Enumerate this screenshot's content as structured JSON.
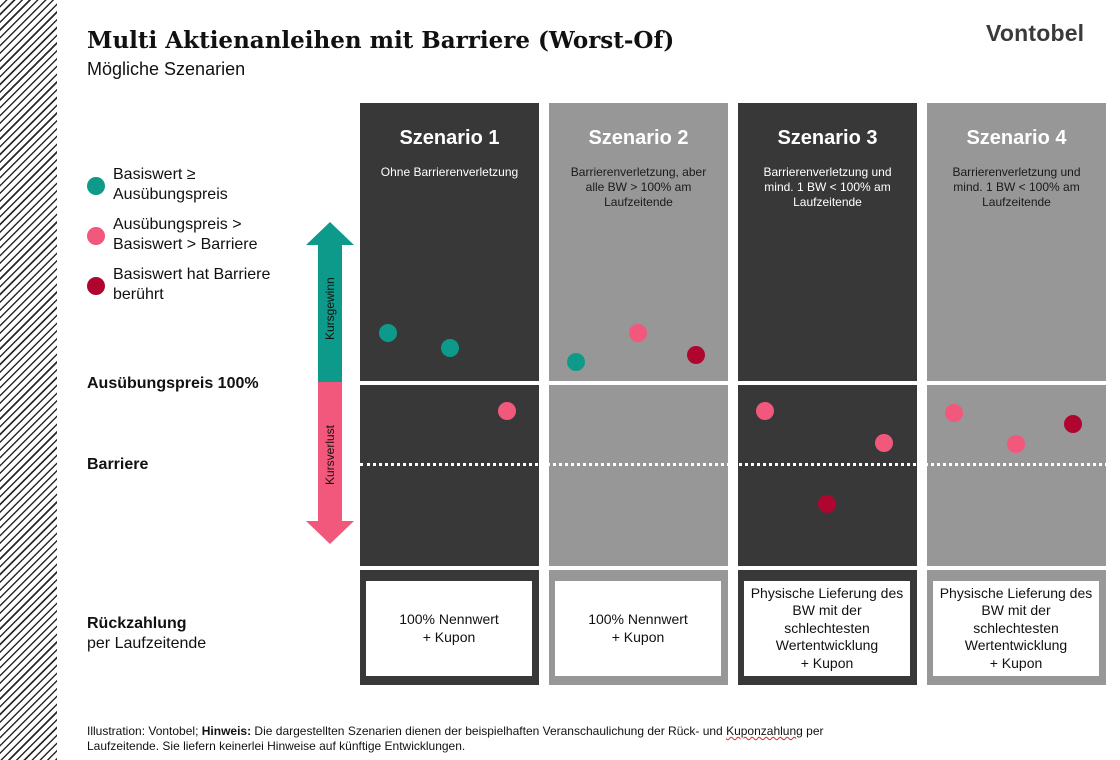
{
  "title": "Multi Aktienanleihen mit Barriere (Worst-Of)",
  "subtitle": "Mögliche Szenarien",
  "logo": "Vontobel",
  "legend": [
    {
      "line1": "Basiswert ≥",
      "line2": "Ausübungspreis",
      "color": "#0e9a8b"
    },
    {
      "line1": "Ausübungspreis >",
      "line2": "Basiswert > Barriere",
      "color": "#f2577c"
    },
    {
      "line1": "Basiswert hat Barriere",
      "line2": "berührt",
      "color": "#b0052f"
    }
  ],
  "row_labels": {
    "strike": "Ausübungspreis 100%",
    "barrier": "Barriere",
    "redemption_bold": "Rückzahlung",
    "redemption_sub": "per Laufzeitende"
  },
  "arrow": {
    "up_label": "Kursgewinn",
    "down_label": "Kursverlust",
    "up_color": "#0e9a8b",
    "down_color": "#f2577c"
  },
  "scenarios": [
    {
      "title": "Szenario 1",
      "desc": [
        "Ohne Barrierenverletzung"
      ],
      "payout": [
        "100% Nennwert",
        "+ Kupon"
      ]
    },
    {
      "title": "Szenario 2",
      "desc": [
        "Barrierenverletzung, aber",
        "alle BW > 100% am",
        "Laufzeitende"
      ],
      "payout": [
        "100% Nennwert",
        "+ Kupon"
      ]
    },
    {
      "title": "Szenario 3",
      "desc": [
        "Barrierenverletzung und",
        "mind. 1 BW < 100% am",
        "Laufzeitende"
      ],
      "payout": [
        "Physische Lieferung des",
        "BW mit der",
        "schlechtesten",
        "Wertentwicklung",
        "+ Kupon"
      ]
    },
    {
      "title": "Szenario 4",
      "desc": [
        "Barrierenverletzung und",
        "mind. 1 BW < 100% am",
        "Laufzeitende"
      ],
      "payout": [
        "Physische Lieferung des",
        "BW mit der",
        "schlechtesten",
        "Wertentwicklung",
        "+ Kupon"
      ]
    }
  ],
  "footer": {
    "prefix": "Illustration: Vontobel; ",
    "bold": "Hinweis:",
    "text1": " Die dargestellten Szenarien dienen der beispielhaften Veranschaulichung der Rück- und ",
    "underlined": "Kuponzahlung",
    "text2": " per",
    "line2": "Laufzeitende. Sie liefern keinerlei Hinweise auf künftige Entwicklungen."
  }
}
